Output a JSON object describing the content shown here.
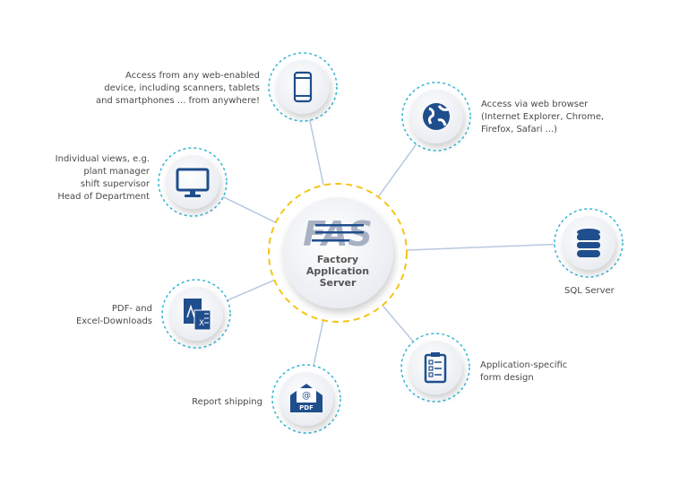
{
  "center": {
    "logo": "FAS",
    "title_lines": [
      "Factory",
      "Application",
      "Server"
    ]
  },
  "nodes": [
    {
      "icon": "smartphone-icon",
      "lines": [
        "Access from any web-enabled",
        "device, including scanners, tablets",
        "and smartphones ... from anywhere!"
      ]
    },
    {
      "icon": "globe-icon",
      "lines": [
        "Access via web browser",
        "(Internet Explorer, Chrome,",
        "Firefox, Safari ...)"
      ]
    },
    {
      "icon": "monitor-icon",
      "lines": [
        "Individual views, e.g.",
        "plant manager",
        "shift supervisor",
        "Head of Department"
      ]
    },
    {
      "icon": "database-icon",
      "lines": [
        "SQL Server"
      ]
    },
    {
      "icon": "pdf-excel-icon",
      "lines": [
        "PDF- and",
        "Excel-Downloads"
      ]
    },
    {
      "icon": "email-pdf-icon",
      "lines": [
        "Report shipping"
      ],
      "badge": "PDF"
    },
    {
      "icon": "clipboard-form-icon",
      "lines": [
        "Application-specific",
        "form design"
      ]
    }
  ],
  "colors": {
    "accent_blue": "#1f4e8c",
    "dashed_cyan": "#33b5d6",
    "dashed_yellow": "#f5c518",
    "connector": "#b9c8e0"
  }
}
